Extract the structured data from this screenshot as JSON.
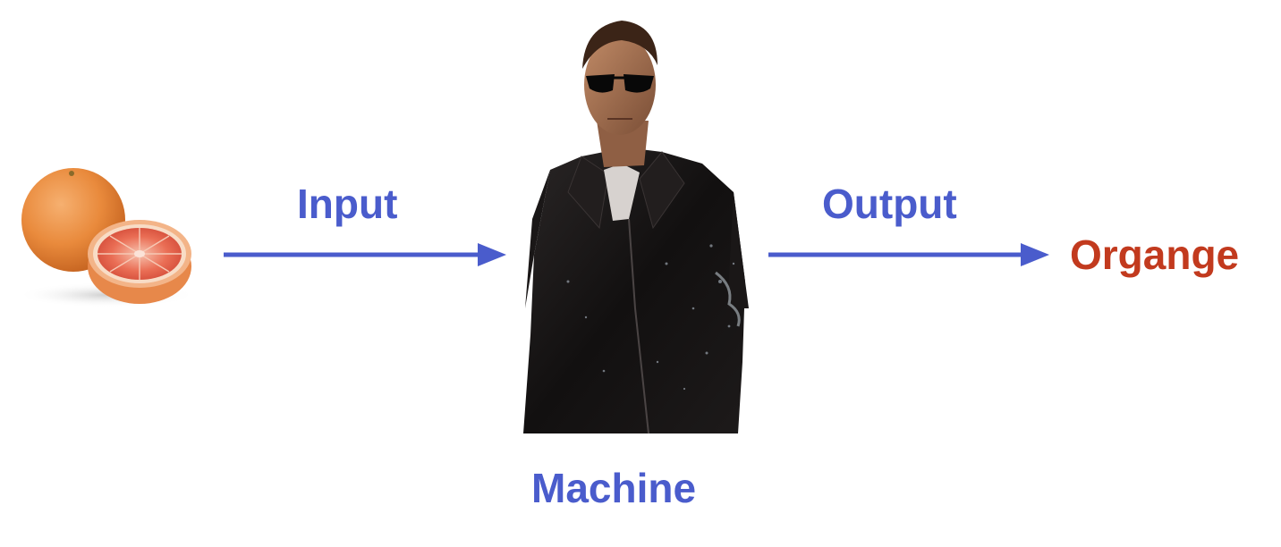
{
  "labels": {
    "input": "Input",
    "output": "Output",
    "result": "Organge",
    "machine": "Machine"
  },
  "colors": {
    "label_blue": "#4a5ccc",
    "arrow_blue": "#4a5ccc",
    "result_red": "#c23a1e",
    "background": "#ffffff"
  },
  "images": {
    "fruit": "grapefruit-image",
    "machine": "terminator-figure-image"
  }
}
